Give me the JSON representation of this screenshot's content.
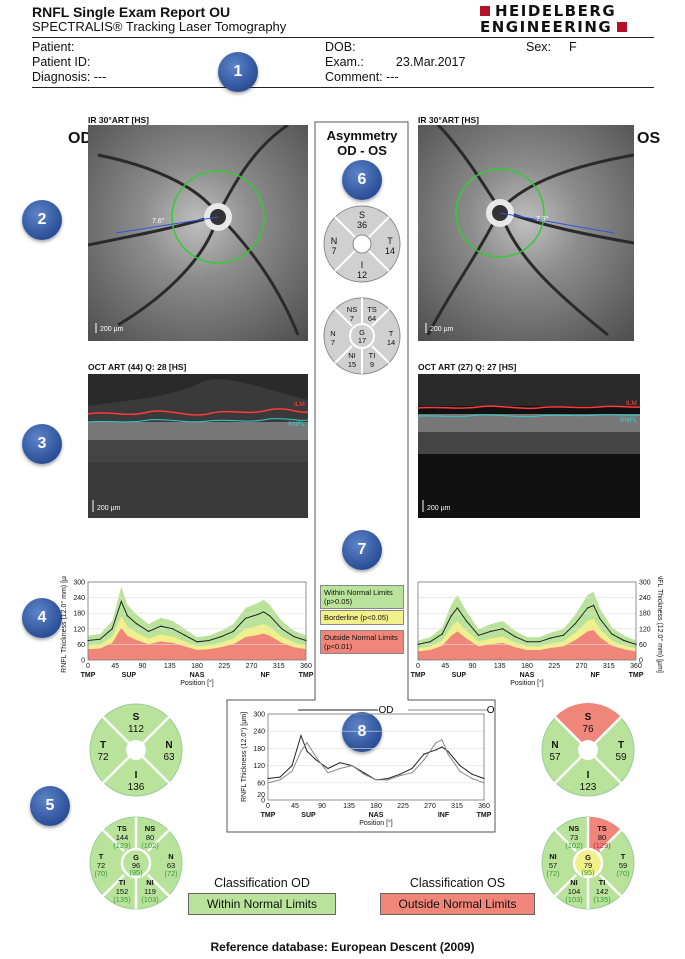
{
  "header": {
    "title": "RNFL Single Exam Report OU",
    "subtitle": "SPECTRALIS®  Tracking Laser Tomography",
    "logo_line1": "HEIDELBERG",
    "logo_line2": "ENGINEERING"
  },
  "patient": {
    "patient_label": "Patient:",
    "patient_id_label": "Patient ID:",
    "diagnosis_label": "Diagnosis:",
    "diagnosis_value": "---",
    "dob_label": "DOB:",
    "exam_label": "Exam.:",
    "exam_value": "23.Mar.2017",
    "comment_label": "Comment:",
    "comment_value": "---",
    "sex_label": "Sex:",
    "sex_value": "F"
  },
  "badges": [
    "1",
    "2",
    "3",
    "4",
    "5",
    "6",
    "7",
    "8"
  ],
  "od": {
    "eye": "OD",
    "ir_label": "IR 30°ART [HS]",
    "ir_measure": "7.6°",
    "scale": "200 µm",
    "oct_label": "OCT ART (44) Q: 28 [HS]",
    "ilm": "ILM",
    "rnfl": "RNFL",
    "sectors6": {
      "T": "72",
      "S": "112",
      "N": "63",
      "I": "136",
      "T_l": "T",
      "S_l": "S",
      "N_l": "N",
      "I_l": "I"
    },
    "sectors": {
      "TS": [
        "TS",
        "144",
        "(129)"
      ],
      "NS": [
        "NS",
        "80",
        "(102)"
      ],
      "T": [
        "T",
        "72",
        "(70)"
      ],
      "G": [
        "G",
        "96",
        "(95)"
      ],
      "N": [
        "N",
        "63",
        "(72)"
      ],
      "TI": [
        "TI",
        "152",
        "(135)"
      ],
      "NI": [
        "NI",
        "119",
        "(103)"
      ]
    },
    "class_title": "Classification OD",
    "class_value": "Within Normal Limits"
  },
  "os": {
    "eye": "OS",
    "ir_label": "IR 30°ART [HS]",
    "ir_measure": "7.3°",
    "scale": "200 µm",
    "oct_label": "OCT ART (27) Q: 27 [HS]",
    "ilm": "ILM",
    "rnfl": "RNFL",
    "sectors6": {
      "N": "57",
      "S": "76",
      "T": "59",
      "I": "123",
      "N_l": "N",
      "S_l": "S",
      "T_l": "T",
      "I_l": "I"
    },
    "sectors": {
      "NS": [
        "NS",
        "73",
        "(102)"
      ],
      "TS": [
        "TS",
        "80",
        "(129)"
      ],
      "NI_left": [
        "NI",
        "57",
        "(72)"
      ],
      "G": [
        "G",
        "79",
        "(95)"
      ],
      "T": [
        "T",
        "59",
        "(70)"
      ],
      "NI": [
        "NI",
        "104",
        "(103)"
      ],
      "TI": [
        "TI",
        "142",
        "(135)"
      ]
    },
    "class_title": "Classification OS",
    "class_value": "Outside Normal Limits"
  },
  "asymmetry": {
    "title1": "Asymmetry",
    "title2": "OD - OS",
    "s6": {
      "S": "S",
      "Sv": "36",
      "N": "N",
      "Nv": "7",
      "T": "T",
      "Tv": "14",
      "I": "I",
      "Iv": "12"
    },
    "s8": {
      "NS": "NS",
      "NSv": "7",
      "TS": "TS",
      "TSv": "64",
      "N": "N",
      "Nv": "7",
      "G": "G",
      "Gv": "17",
      "T": "T",
      "Tv": "14",
      "NI": "NI",
      "NIv": "15",
      "TI": "TI",
      "TIv": "9"
    }
  },
  "legend": {
    "wnl": "Within Normal Limits",
    "wnl2": "(p>0.05)",
    "bl": "Borderline (p<0.05)",
    "onl": "Outside Normal Limits",
    "onl2": "(p<0.01)"
  },
  "colors": {
    "green": "#b9e39a",
    "yellow": "#f2f08a",
    "red": "#f0857a",
    "badge": "#2b4f98"
  },
  "footer": "Reference database: European Descent (2009)",
  "chart_data": [
    {
      "type": "line",
      "name": "OD profile",
      "ylabel": "RNFL Thickness (12.0° mm) [µm]",
      "xlabel": "Position [°]",
      "x_ticks": [
        "0",
        "45",
        "90",
        "135",
        "180",
        "225",
        "270",
        "315",
        "360"
      ],
      "x_sectors": [
        "TMP",
        "SUP",
        "NAS",
        "NF",
        "TMP"
      ],
      "y_ticks": [
        "0",
        "60",
        "120",
        "180",
        "240",
        "300"
      ],
      "ylim": [
        0,
        300
      ],
      "series": [
        {
          "name": "OD",
          "x": [
            0,
            20,
            40,
            55,
            65,
            80,
            100,
            120,
            140,
            160,
            180,
            200,
            220,
            240,
            260,
            280,
            290,
            300,
            320,
            340,
            360
          ],
          "values": [
            75,
            80,
            120,
            225,
            170,
            140,
            110,
            130,
            120,
            95,
            70,
            75,
            90,
            110,
            160,
            175,
            185,
            170,
            120,
            90,
            75
          ]
        }
      ]
    },
    {
      "type": "line",
      "name": "OS profile",
      "ylabel": "RNFL Thickness (12.0° mm) [µm]",
      "xlabel": "Position [°]",
      "x_ticks": [
        "0",
        "45",
        "90",
        "135",
        "180",
        "225",
        "270",
        "315",
        "360"
      ],
      "x_sectors": [
        "TMP",
        "SUP",
        "NAS",
        "NF",
        "TMP"
      ],
      "y_ticks": [
        "0",
        "60",
        "120",
        "180",
        "240",
        "300"
      ],
      "ylim": [
        0,
        300
      ],
      "series": [
        {
          "name": "OS",
          "x": [
            0,
            20,
            40,
            55,
            65,
            80,
            100,
            120,
            140,
            160,
            180,
            200,
            220,
            240,
            260,
            280,
            290,
            300,
            320,
            340,
            360
          ],
          "values": [
            60,
            70,
            100,
            170,
            200,
            150,
            95,
            110,
            120,
            90,
            70,
            70,
            85,
            95,
            140,
            200,
            210,
            160,
            100,
            75,
            60
          ]
        }
      ]
    },
    {
      "type": "line",
      "name": "OD/OS comparison",
      "ylabel": "RNFL Thickness (12.0°) [µm]",
      "xlabel": "Position [°]",
      "x_ticks": [
        "0",
        "45",
        "90",
        "135",
        "180",
        "225",
        "270",
        "315",
        "360"
      ],
      "x_sectors": [
        "TMP",
        "SUP",
        "NAS",
        "INF",
        "TMP"
      ],
      "y_ticks": [
        "0",
        "20",
        "60",
        "120",
        "180",
        "240",
        "300"
      ],
      "ylim": [
        0,
        300
      ],
      "series": [
        {
          "name": "OD",
          "x": [
            0,
            20,
            40,
            55,
            65,
            80,
            100,
            120,
            140,
            160,
            180,
            200,
            220,
            240,
            260,
            280,
            290,
            300,
            320,
            340,
            360
          ],
          "values": [
            75,
            80,
            120,
            225,
            170,
            140,
            110,
            130,
            120,
            95,
            70,
            75,
            90,
            110,
            160,
            175,
            185,
            170,
            120,
            90,
            75
          ]
        },
        {
          "name": "OS",
          "x": [
            0,
            20,
            40,
            55,
            65,
            80,
            100,
            120,
            140,
            160,
            180,
            200,
            220,
            240,
            260,
            280,
            290,
            300,
            320,
            340,
            360
          ],
          "values": [
            60,
            70,
            100,
            170,
            200,
            150,
            95,
            110,
            120,
            90,
            70,
            70,
            85,
            95,
            140,
            200,
            210,
            160,
            100,
            75,
            60
          ]
        }
      ]
    }
  ]
}
